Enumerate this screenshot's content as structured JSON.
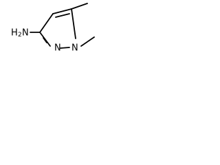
{
  "molecule": {
    "atoms": {
      "amine_main": "H",
      "amine_subscript": "2",
      "amine_symbol": "N",
      "ring_n2": "N",
      "ring_n1": "N"
    },
    "colors": {
      "bond": "#000000",
      "label": "#000000",
      "background": "#ffffff"
    }
  }
}
